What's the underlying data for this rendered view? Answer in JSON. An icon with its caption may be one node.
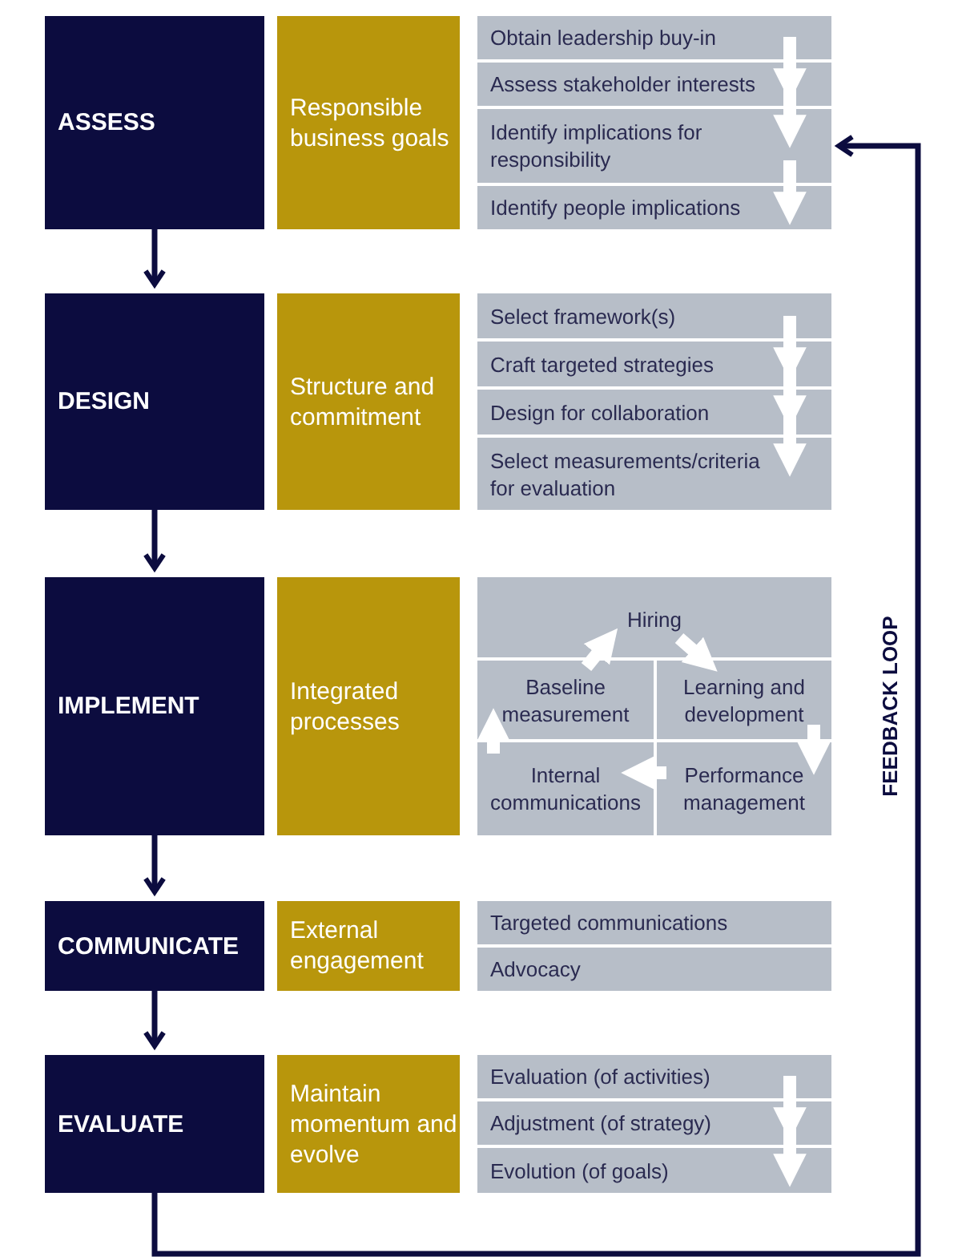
{
  "diagram": {
    "nodes": [
      {
        "text": [
          "ASSESS"
        ]
      },
      {
        "text": [
          "Responsible business goals"
        ]
      },
      {
        "text": [
          "Obtain leadership buy-in"
        ]
      },
      {
        "text": [
          "Assess stakeholder interests"
        ]
      },
      {
        "text": [
          "Identify implications for responsibility"
        ]
      },
      {
        "text": [
          "Identify people implications"
        ]
      },
      {
        "text": [
          "DESIGN"
        ]
      },
      {
        "text": [
          "Structure and commitment"
        ]
      },
      {
        "text": [
          "Select framework(s)"
        ]
      },
      {
        "text": [
          "Craft targeted strategies"
        ]
      },
      {
        "text": [
          "Design for collaboration"
        ]
      },
      {
        "text": [
          "Select measurements/criteria for evaluation"
        ]
      },
      {
        "text": [
          "IMPLEMENT"
        ]
      },
      {
        "text": [
          "Integrated processes"
        ]
      },
      {
        "text": [
          "Hiring"
        ]
      },
      {
        "text": [
          "Baseline measurement"
        ]
      },
      {
        "text": [
          "Learning and development"
        ]
      },
      {
        "text": [
          "Internal communications"
        ]
      },
      {
        "text": [
          "Performance management"
        ]
      },
      {
        "text": [
          "COMMUNICATE"
        ]
      },
      {
        "text": [
          "External engagement"
        ]
      },
      {
        "text": [
          "Targeted communications"
        ]
      },
      {
        "text": [
          "Advocacy"
        ]
      },
      {
        "text": [
          "EVALUATE"
        ]
      },
      {
        "text": [
          "Maintain momentum and evolve"
        ]
      },
      {
        "text": [
          "Evaluation (of activities)"
        ]
      },
      {
        "text": [
          "Adjustment (of strategy)"
        ]
      },
      {
        "text": [
          "Evolution (of goals)"
        ]
      }
    ],
    "edges": [
      {
        "from": 0,
        "to": 6,
        "arrow": "to",
        "color": "#0c0c3f"
      },
      {
        "from": 6,
        "to": 12,
        "arrow": "to",
        "color": "#0c0c3f"
      },
      {
        "from": 12,
        "to": 19,
        "arrow": "to",
        "color": "#0c0c3f"
      },
      {
        "from": 19,
        "to": 23,
        "arrow": "to",
        "color": "#0c0c3f"
      },
      {
        "from": 2,
        "to": 3,
        "arrow": "to"
      },
      {
        "from": 3,
        "to": 4,
        "arrow": "to"
      },
      {
        "from": 4,
        "to": 5,
        "arrow": "to"
      },
      {
        "from": 8,
        "to": 9,
        "arrow": "to"
      },
      {
        "from": 9,
        "to": 10,
        "arrow": "to"
      },
      {
        "from": 10,
        "to": 11,
        "arrow": "to"
      },
      {
        "from": 14,
        "to": 16,
        "arrow": "to"
      },
      {
        "from": 16,
        "to": 18,
        "arrow": "to"
      },
      {
        "from": 18,
        "to": 17,
        "arrow": "to"
      },
      {
        "from": 17,
        "to": 15,
        "arrow": "to"
      },
      {
        "from": 15,
        "to": 14,
        "arrow": "to"
      },
      {
        "from": 25,
        "to": 26,
        "arrow": "to"
      },
      {
        "from": 26,
        "to": 27,
        "arrow": "to"
      },
      {
        "from": 23,
        "to": 4,
        "arrow": "to",
        "label": "FEEDBACK LOOP",
        "color": "#0c0c3f"
      }
    ]
  }
}
